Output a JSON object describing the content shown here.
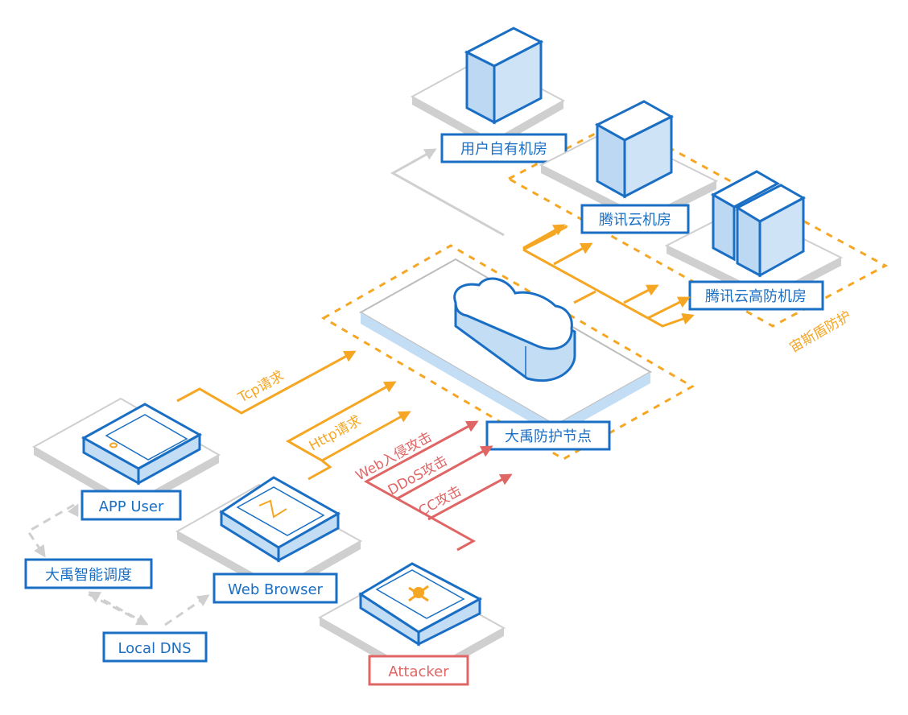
{
  "colors": {
    "blue": "#1a6fc4",
    "light_blue": "#c3ddf5",
    "orange": "#f5a623",
    "red": "#e06666",
    "gray": "#cfcfcf",
    "dark_gray": "#bdbdbd"
  },
  "nodes": {
    "user_datacenter": "用户自有机房",
    "tencent_cloud_dc": "腾讯云机房",
    "tencent_antiddos_dc": "腾讯云高防机房",
    "dayu_node": "大禹防护节点",
    "app_user": "APP User",
    "web_browser": "Web Browser",
    "attacker": "Attacker",
    "dayu_scheduling": "大禹智能调度",
    "local_dns": "Local DNS"
  },
  "zones": {
    "aegis": "宙斯盾防护"
  },
  "flows": {
    "tcp": "Tcp请求",
    "http": "Http请求",
    "web_intrusion": "Web入侵攻击",
    "ddos": "DDoS攻击",
    "cc": "CC攻击"
  }
}
